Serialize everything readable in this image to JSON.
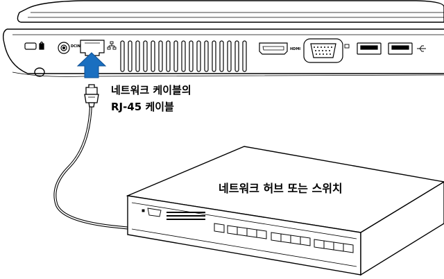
{
  "labels": {
    "cable": [
      "네트워크 케이블의",
      "RJ-45 케이블"
    ],
    "hub": "네트워크 허브 또는 스위치"
  },
  "port_tags": {
    "dcin": "DCIN",
    "hdmi": "HDMI"
  },
  "icons": [
    "kensington-lock-icon",
    "dc-in-port-icon",
    "lan-port-icon",
    "vent-grille-icon",
    "hdmi-port-icon",
    "vga-port-icon",
    "usb-port-icon",
    "arrow-up-icon",
    "rj45-plug-icon",
    "network-switch-icon"
  ],
  "colors": {
    "arrow": "#1a6fc0",
    "outline": "#000000",
    "background": "#ffffff"
  }
}
